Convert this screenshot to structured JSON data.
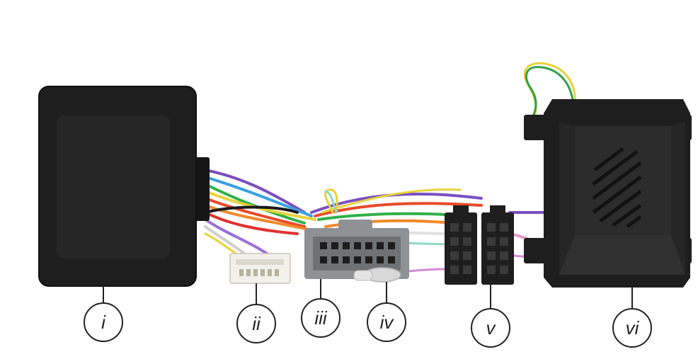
{
  "colors": {
    "housing": "#1e1e1e",
    "housing_face": "#2a2a2a",
    "connector_grey": "#8e9295",
    "connector_white": "#f2f0ea",
    "callout": "#222222"
  },
  "callouts": [
    {
      "label": "i"
    },
    {
      "label": "ii"
    },
    {
      "label": "iii"
    },
    {
      "label": "iv"
    },
    {
      "label": "v"
    },
    {
      "label": "vi"
    }
  ]
}
